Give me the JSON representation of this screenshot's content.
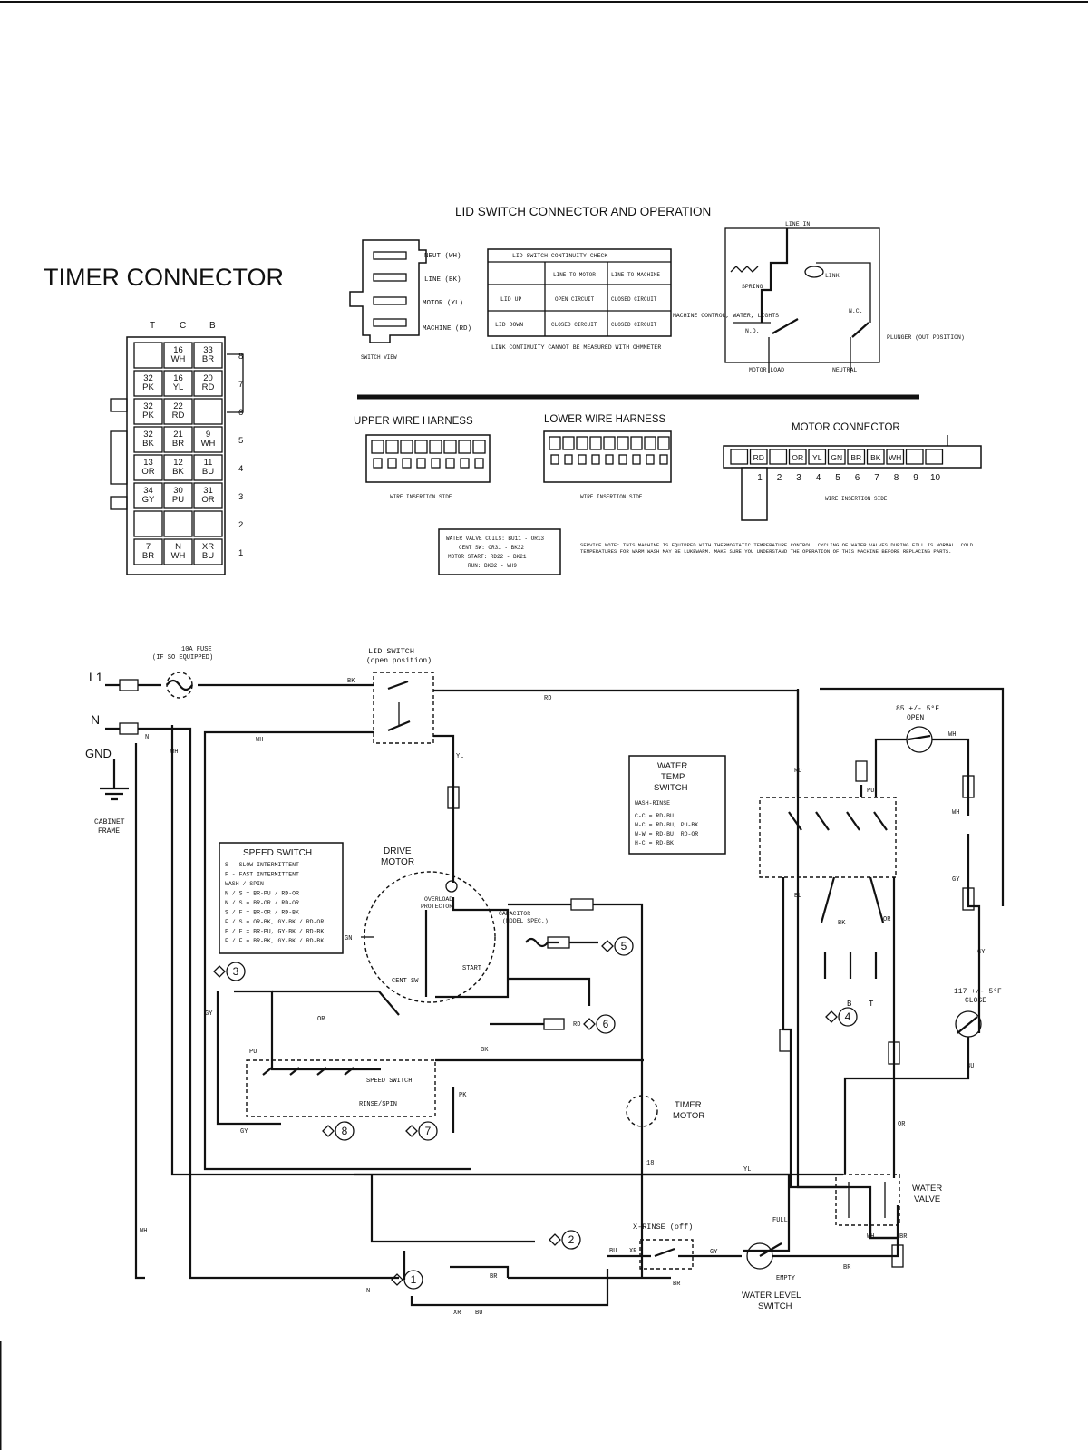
{
  "timer_connector": {
    "title": "TIMER CONNECTOR",
    "columns": [
      "T",
      "C",
      "B"
    ],
    "rows": [
      {
        "num": "8",
        "cells": [
          "",
          "16\nWH",
          "33\nBR"
        ]
      },
      {
        "num": "7",
        "cells": [
          "32\nPK",
          "16\nYL",
          "20\nRD"
        ]
      },
      {
        "num": "6",
        "cells": [
          "32\nPK",
          "22\nRD",
          ""
        ]
      },
      {
        "num": "5",
        "cells": [
          "32\nBK",
          "21\nBR",
          "9\nWH"
        ]
      },
      {
        "num": "4",
        "cells": [
          "13\nOR",
          "12\nBK",
          "11\nBU"
        ]
      },
      {
        "num": "3",
        "cells": [
          "34\nGY",
          "30\nPU",
          "31\nOR"
        ]
      },
      {
        "num": "2",
        "cells": [
          "",
          "",
          ""
        ]
      },
      {
        "num": "1",
        "cells": [
          "7\nBR",
          "N\nWH",
          "XR\nBU"
        ]
      }
    ]
  },
  "lid_switch": {
    "title": "LID SWITCH CONNECTOR AND OPERATION",
    "terminal_labels": [
      "NEUT (WH)",
      "LINE (BK)",
      "MOTOR (YL)",
      "MACHINE (RD)"
    ],
    "view_label": "SWITCH VIEW",
    "table_title": "LID SWITCH CONTINUITY CHECK",
    "table_headers": [
      "",
      "LINE TO MOTOR",
      "LINE TO MACHINE"
    ],
    "table_rows": [
      [
        "LID UP",
        "OPEN CIRCUIT",
        "CLOSED CIRCUIT"
      ],
      [
        "LID DOWN",
        "CLOSED CIRCUIT",
        "CLOSED CIRCUIT"
      ]
    ],
    "table_note": "LINK CONTINUITY CANNOT BE MEASURED WITH OHMMETER",
    "op_labels": {
      "line_in": "LINE IN",
      "spring": "SPRING",
      "link": "LINK",
      "nc": "N.C.",
      "no": "N.O.",
      "machine_control": "MACHINE CONTROL, WATER, LIGHTS",
      "plunger": "PLUNGER (OUT POSITION)",
      "motor_load": "MOTOR LOAD",
      "neutral": "NEUTRAL"
    }
  },
  "harnesses": {
    "upper": {
      "title": "UPPER WIRE HARNESS",
      "note": "WIRE INSERTION SIDE"
    },
    "lower": {
      "title": "LOWER WIRE HARNESS",
      "note": "WIRE INSERTION SIDE"
    },
    "motor": {
      "title": "MOTOR CONNECTOR",
      "wires": [
        "",
        "RD",
        "",
        "OR",
        "YL",
        "GN",
        "BR",
        "BK",
        "WH",
        "",
        ""
      ],
      "numbers": [
        "1",
        "2",
        "3",
        "4",
        "5",
        "6",
        "7",
        "8",
        "9",
        "10"
      ],
      "note": "WIRE INSERTION SIDE"
    }
  },
  "resistance_box": [
    "WATER VALVE COILS: BU11 - OR13",
    "CENT SW: OR31 - BK32",
    "MOTOR START: RD22 - BK21",
    "RUN: BK32 - WH9"
  ],
  "service_note": "SERVICE NOTE: THIS MACHINE IS EQUIPPED WITH THERMOSTATIC TEMPERATURE CONTROL. CYCLING OF WATER VALVES DURING FILL IS NORMAL. COLD TEMPERATURES FOR WARM WASH MAY BE LUKEWARM. MAKE SURE YOU UNDERSTAND THE OPERATION OF THIS MACHINE BEFORE REPLACING PARTS.",
  "schematic": {
    "fuse": "10A FUSE (IF SO EQUIPPED)",
    "lid_switch": "LID SWITCH",
    "lid_switch_state": "(open position)",
    "l1": "L1",
    "n": "N",
    "gnd": "GND",
    "cabinet_frame": "CABINET FRAME",
    "drive_motor": "DRIVE MOTOR",
    "overload_protector": "OVERLOAD PROTECTOR",
    "cent_sw": "CENT SW",
    "start": "START",
    "capacitor": "CAPACITOR (MODEL SPEC.)",
    "water_temp_switch": "WATER TEMP SWITCH",
    "wash_rinse": "WASH-RINSE",
    "temp_codes": [
      "C-C = RD-BU",
      "W-C = RD-BU, PU-BK",
      "W-W = RD-BU, RD-OR",
      "H-C = RD-BK"
    ],
    "speed_switch_title": "SPEED SWITCH",
    "speed_codes": [
      "S - SLOW INTERMITTENT",
      "F - FAST INTERMITTENT",
      "WASH / SPIN",
      "N / S = BR-PU / RD-OR",
      "N / S = BR-OR / RD-OR",
      "S / F = BR-OR / RD-BK",
      "F / S = OR-BK, GY-BK / RD-OR",
      "F / F = BR-PU, GY-BK / RD-BK",
      "F / F = BR-BK, GY-BK / RD-BK"
    ],
    "speed_switch_label": "SPEED SWITCH",
    "rinse_spin": "RINSE/SPIN",
    "timer_motor": "TIMER MOTOR",
    "temp_open": "85 +/- 5°F OPEN",
    "temp_close": "117 +/- 5°F CLOSE",
    "water_valve": "WATER VALVE",
    "x_rinse": "X-RINSE (off)",
    "water_level_switch": "WATER LEVEL SWITCH",
    "full": "FULL",
    "empty": "EMPTY",
    "circled": [
      "1",
      "2",
      "3",
      "4",
      "5",
      "6",
      "7",
      "8"
    ],
    "wire_tags": {
      "bk": "BK",
      "rd": "RD",
      "wh": "WH",
      "yl": "YL",
      "or": "OR",
      "bu": "BU",
      "gy": "GY",
      "pu": "PU",
      "br": "BR",
      "pk": "PK",
      "gn": "GN",
      "xr": "XR"
    }
  }
}
